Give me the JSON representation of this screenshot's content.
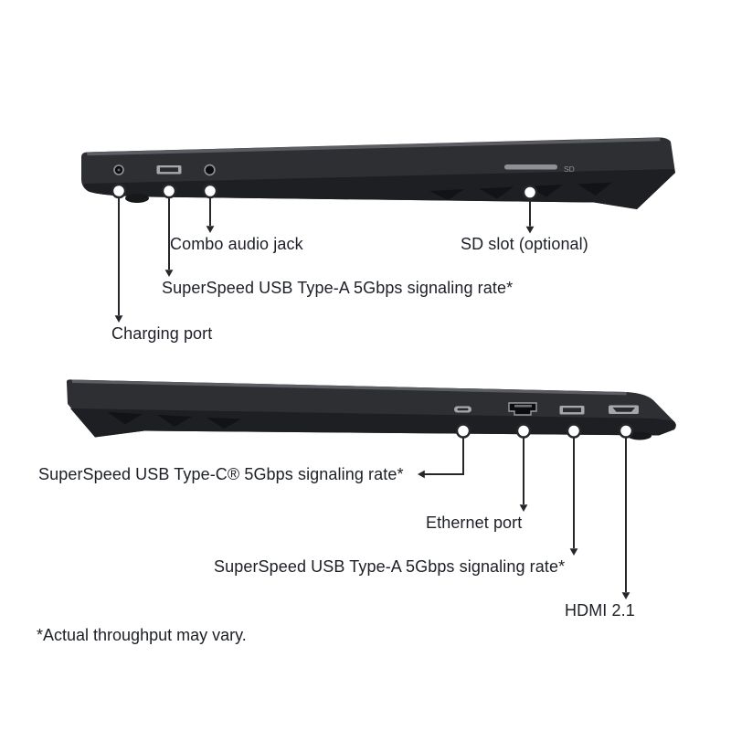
{
  "views": {
    "left_side": {
      "callouts": {
        "charging": {
          "label": "Charging port"
        },
        "usb_a": {
          "label": "SuperSpeed USB Type-A 5Gbps signaling rate*"
        },
        "audio": {
          "label": "Combo audio jack"
        },
        "sd": {
          "label": "SD slot (optional)"
        }
      },
      "markings": {
        "sd": "SD"
      }
    },
    "right_side": {
      "callouts": {
        "usb_c": {
          "label": "SuperSpeed USB Type-C® 5Gbps signaling rate*"
        },
        "ethernet": {
          "label": "Ethernet port"
        },
        "usb_a": {
          "label": "SuperSpeed USB Type-A 5Gbps signaling rate*"
        },
        "hdmi": {
          "label": "HDMI 2.1"
        }
      }
    }
  },
  "footnote": "*Actual throughput may vary.",
  "colors": {
    "background": "#ffffff",
    "laptop_body": "#2e2f32",
    "laptop_base": "#1e1f22",
    "vent": "#121316",
    "port_metal": "#a6a7ab",
    "callout_line": "#25272b",
    "text": "#1c1f26"
  }
}
